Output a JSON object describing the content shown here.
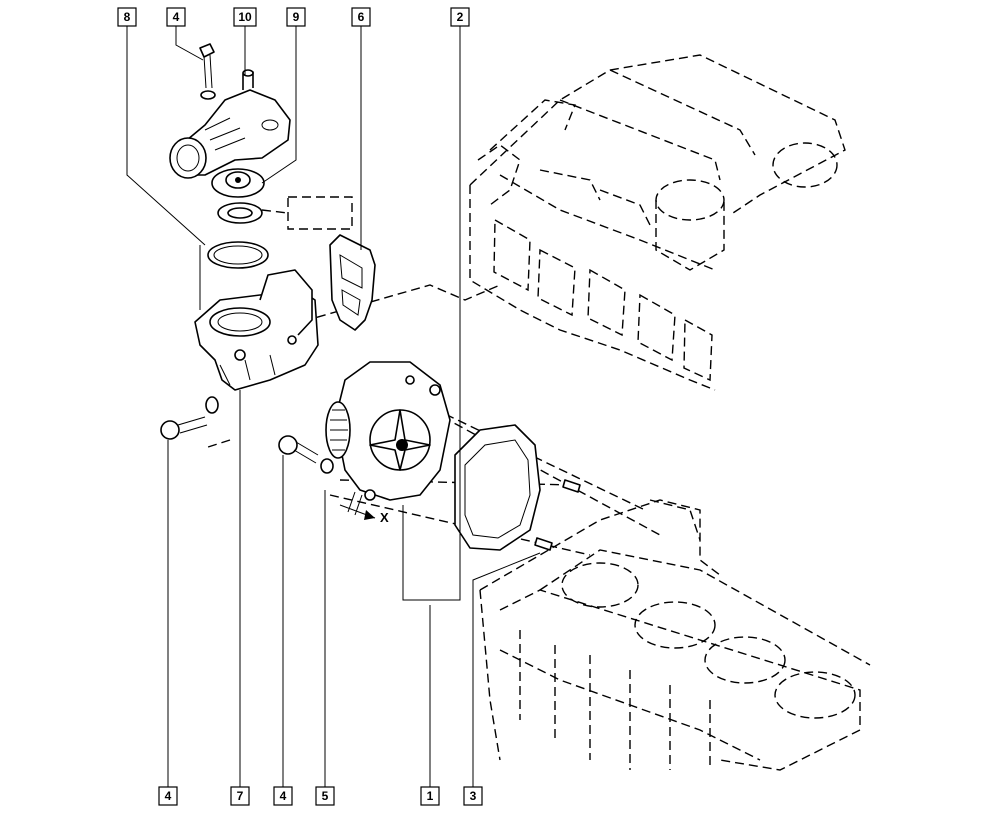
{
  "callouts_top": [
    "8",
    "4",
    "10",
    "9",
    "6",
    "2"
  ],
  "callouts_bottom": [
    "4",
    "7",
    "4",
    "5",
    "1",
    "3"
  ],
  "axis_label": "X"
}
